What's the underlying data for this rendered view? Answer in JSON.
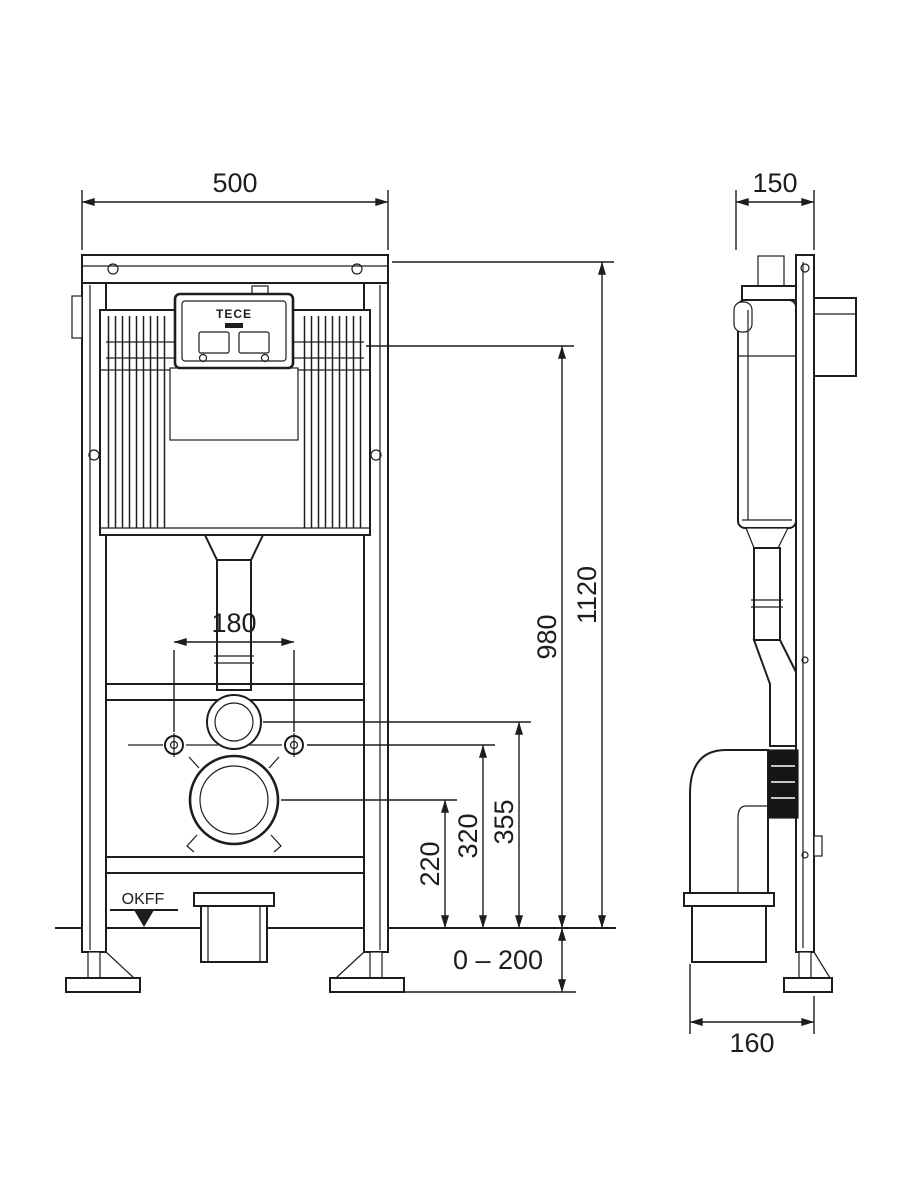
{
  "drawing": {
    "brand": "TECE",
    "datum_label": "OKFF"
  },
  "dimensions": {
    "frame_width": "500",
    "frame_depth": "150",
    "total_height": "1120",
    "actuation_height": "980",
    "flush_bend_height": "355",
    "fixing_height": "320",
    "outlet_height": "220",
    "fixing_spacing": "180",
    "foot_adjustment": "0 – 200",
    "outlet_depth": "160"
  },
  "colors": {
    "line": "#1d1d1d",
    "background": "#ffffff",
    "seal_block": "#151515"
  }
}
